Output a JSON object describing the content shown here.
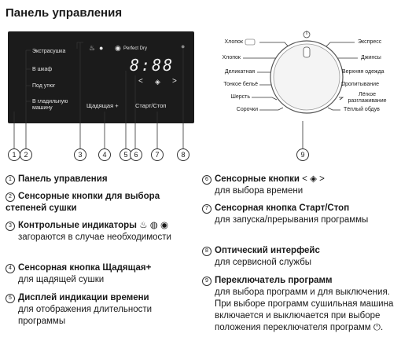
{
  "page_title": "Панель управления",
  "panel": {
    "dry_levels": [
      "Экстрасушка",
      "В шкаф",
      "Под утюг",
      "В гладильную машину"
    ],
    "perfect_dry": "Perfect Dry",
    "display": "8:88",
    "gentle": "Щадящая +",
    "start_stop": "Старт/Стоп"
  },
  "dial": {
    "left_labels": [
      "Хлопок",
      "Хлопок",
      "Деликатная",
      "Тонкое бельё",
      "Шерсть",
      "Сорочки"
    ],
    "right_labels": [
      "Экспресс",
      "Джинсы",
      "Верхняя одежда",
      "Пропитывание",
      "Лёгкое разглаживание",
      "Тёплый обдув"
    ]
  },
  "callouts": [
    "1",
    "2",
    "3",
    "4",
    "5",
    "6",
    "7",
    "8",
    "9"
  ],
  "legend": [
    {
      "num": "1",
      "head": "Панель управления",
      "body": ""
    },
    {
      "num": "2",
      "head": "Сенсорные кнопки для выбора степеней сушки",
      "body": ""
    },
    {
      "num": "3",
      "head": "Контрольные индикаторы",
      "body": "загораются в случае необходимости"
    },
    {
      "num": "4",
      "head": "Сенсорная кнопка Щадящая+",
      "body": "для щадящей сушки"
    },
    {
      "num": "5",
      "head": "Дисплей индикации времени",
      "body": "для отображения длительности программы"
    },
    {
      "num": "6",
      "head": "Сенсорные кнопки",
      "body": "для выбора времени"
    },
    {
      "num": "7",
      "head": "Сенсорная кнопка Старт/Стоп",
      "body": "для запуска/прерывания программы"
    },
    {
      "num": "8",
      "head": "Оптический интерфейс",
      "body": "для сервисной службы"
    },
    {
      "num": "9",
      "head": "Переключатель программ",
      "body": "для выбора программ и для выключения. При выборе программ сушильная машина включается и выключается при выборе положения переключателя программ"
    }
  ]
}
